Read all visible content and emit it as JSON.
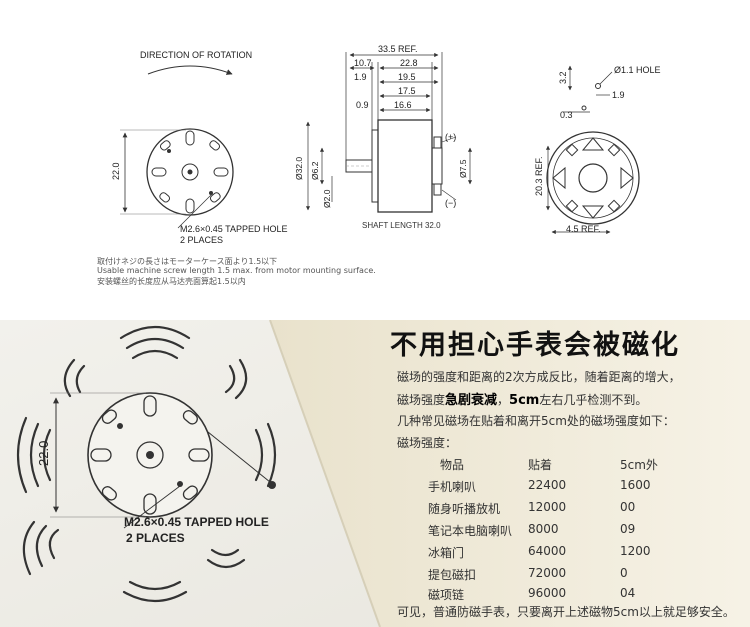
{
  "drawing": {
    "direction_label": "DIRECTION OF ROTATION",
    "front_height": "22.0",
    "tapped_hole_label": "M2.6×0.45 TAPPED HOLE",
    "places_label": "2 PLACES",
    "dims_top": {
      "overall": "33.5 REF.",
      "d1": "10.7",
      "d2": "22.8",
      "d3": "1.9",
      "d4": "19.5",
      "d5": "17.5",
      "d6": "0.9",
      "d7": "16.6"
    },
    "dia_body": "Ø32.0",
    "dia_boss": "Ø6.2",
    "dia_shaft": "Ø2.0",
    "dia_terminal": "Ø7.5",
    "plus_label": "(+)",
    "minus_label": "(−)",
    "shaft_length": "SHAFT LENGTH 32.0",
    "rear_hole": "Ø1.1 HOLE",
    "rear_d1": "3.2",
    "rear_d2": "1.9",
    "rear_d3": "0.3",
    "rear_height": "20.3 REF.",
    "rear_width": "4.5 REF.",
    "notes": [
      "取付けネジの長さはモーターケース面より1.5以下",
      "Usable machine screw length 1.5 max. from motor mounting surface.",
      "安装螺丝的长度应从马达壳面算起1.5以内"
    ]
  },
  "panel": {
    "title": "不用担心手表会被磁化",
    "line1": "磁场的强度和距离的2次方成反比，随着距离的增大，",
    "line2_pre": "磁场强度",
    "line2_bold1": "急剧衰减",
    "line2_mid": "，",
    "line2_bold2": "5cm",
    "line2_post": "左右几乎检测不到。",
    "line3": "几种常见磁场在贴着和离开5cm处的磁场强度如下：",
    "line4": "磁场强度：",
    "table_header": [
      "物品",
      "贴着",
      "5cm外"
    ],
    "table_rows": [
      [
        "手机喇叭",
        "22400",
        "1600"
      ],
      [
        "随身听播放机",
        "12000",
        "00"
      ],
      [
        "笔记本电脑喇叭",
        "8000",
        "09"
      ],
      [
        "冰箱门",
        "64000",
        "1200"
      ],
      [
        "提包磁扣",
        "72000",
        "0"
      ],
      [
        "磁项链",
        "96000",
        "04"
      ]
    ],
    "footer": "可见，普通防磁手表，只要离开上述磁物5cm以上就足够安全。",
    "big_height": "22.0",
    "big_hole": "M2.6×0.45 TAPPED HOLE",
    "big_places": "2 PLACES"
  }
}
